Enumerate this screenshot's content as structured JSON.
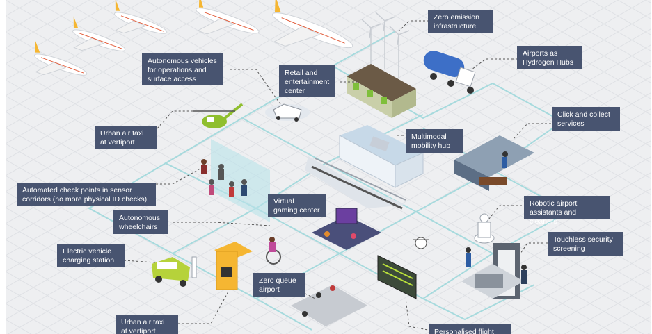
{
  "callouts": [
    {
      "id": "zero-emission",
      "text": "Zero emission\ninfrastructure"
    },
    {
      "id": "hydrogen-hubs",
      "text": "Airports as\nHydrogen Hubs"
    },
    {
      "id": "autonomous-vehicles",
      "text": "Autonomous vehicles\nfor operations and\nsurface access"
    },
    {
      "id": "retail",
      "text": "Retail and\nentertainment\ncenter"
    },
    {
      "id": "click-collect",
      "text": "Click and collect\nservices"
    },
    {
      "id": "air-taxi-top",
      "text": "Urban air taxi\nat vertiport"
    },
    {
      "id": "multimodal",
      "text": "Multimodal\nmobility hub"
    },
    {
      "id": "checkpoints",
      "text": "Automated check points in sensor\ncorridors (no more physical ID checks)"
    },
    {
      "id": "virtual-gaming",
      "text": "Virtual\ngaming center"
    },
    {
      "id": "robotic",
      "text": "Robotic airport\nassistants and cleaners"
    },
    {
      "id": "wheelchairs",
      "text": "Autonomous\nwheelchairs"
    },
    {
      "id": "touchless",
      "text": "Touchless security\nscreening"
    },
    {
      "id": "ev-charging",
      "text": "Electric vehicle\ncharging station"
    },
    {
      "id": "zero-queue",
      "text": "Zero queue\nairport"
    },
    {
      "id": "air-taxi-bottom",
      "text": "Urban air taxi\nat vertiport"
    },
    {
      "id": "personalised-flight",
      "text": "Personalised flight"
    }
  ]
}
